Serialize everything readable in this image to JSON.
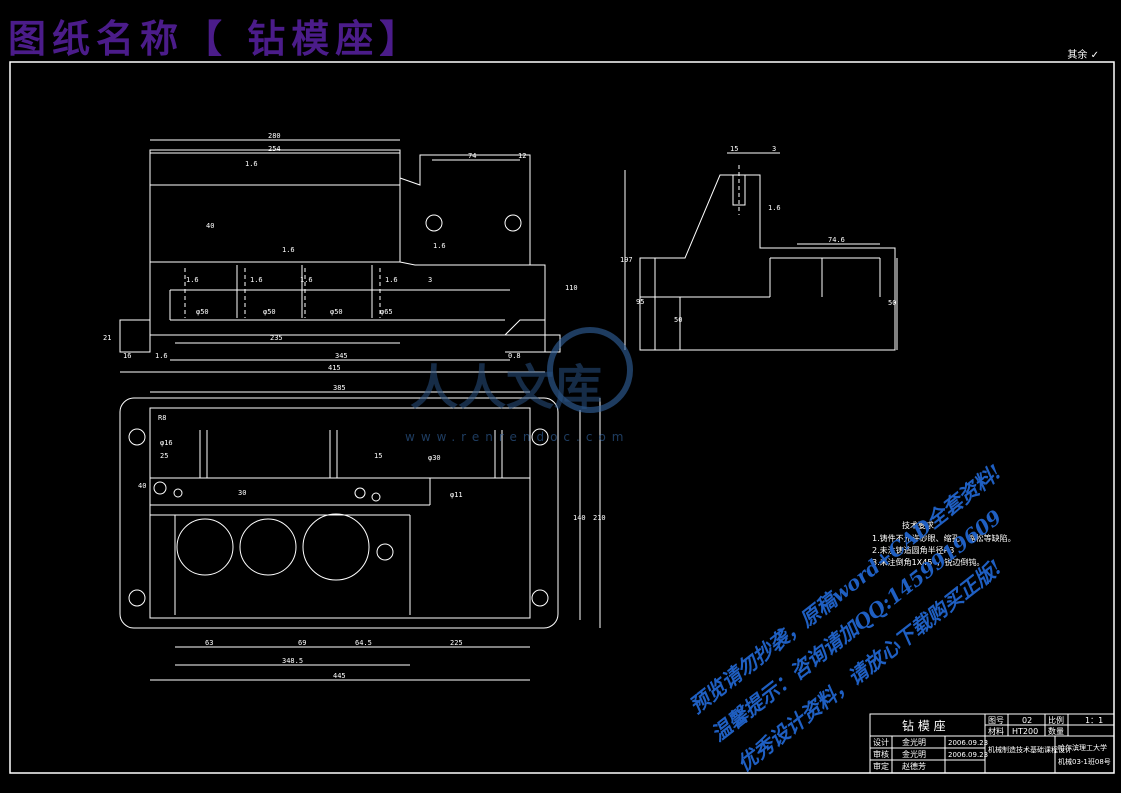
{
  "header": {
    "title": "图纸名称【 钻模座】",
    "roughness": "其余"
  },
  "dimensions": {
    "front_view": [
      "280",
      "254",
      "1.6",
      "74",
      "12",
      "40",
      "1.6",
      "1.6",
      "1.6",
      "φ50",
      "φ50",
      "φ50",
      "φ65",
      "235",
      "110",
      "3",
      "21",
      "16",
      "345",
      "415",
      "1.6",
      "1.6",
      "0.8",
      "1.6",
      "1.6"
    ],
    "side_view": [
      "15",
      "3",
      "197",
      "1.6",
      "74.6",
      "95",
      "50",
      "50"
    ],
    "top_view": [
      "385",
      "R8",
      "φ16",
      "25",
      "15",
      "φ30",
      "30",
      "40",
      "140",
      "210",
      "63",
      "69",
      "64.5",
      "225",
      "348.5",
      "445",
      "φ11"
    ]
  },
  "tech_requirements": {
    "title": "技术要求",
    "items": [
      "1.铸件不允许砂眼、缩孔、缩松等缺陷。",
      "2.未注铸造圆角半径R3",
      "3.未注倒角1X45°，锐边倒钝。"
    ]
  },
  "title_block": {
    "part_name": "钻 模 座",
    "drawing_no_label": "图号",
    "drawing_no": "02",
    "scale_label": "比例",
    "scale": "1：1",
    "material_label": "材料",
    "material": "HT200",
    "qty_label": "数量",
    "qty": "",
    "rows": [
      {
        "role": "设计",
        "name": "金光明",
        "date": "2006.09.23"
      },
      {
        "role": "审核",
        "name": "金光明",
        "date": "2006.09.23"
      },
      {
        "role": "审定",
        "name": "赵德芳",
        "date": ""
      }
    ],
    "course": "机械制造技术基础课程设计",
    "school": "哈尔滨理工大学",
    "class": "机械03-1班08号"
  },
  "watermark": {
    "logo_text": "人人文库",
    "url": "www.renrendoc.com",
    "lines": [
      "预览请勿抄袭，原稿word+CAD全套资料!",
      "温馨提示：咨询请加QQ:1459919609",
      "优秀设计资料，请放心下载购买正版!"
    ]
  },
  "colors": {
    "background": "#000000",
    "lines": "#ffffff",
    "title": "#4b1c8a",
    "watermark": "#1f5fc2"
  }
}
